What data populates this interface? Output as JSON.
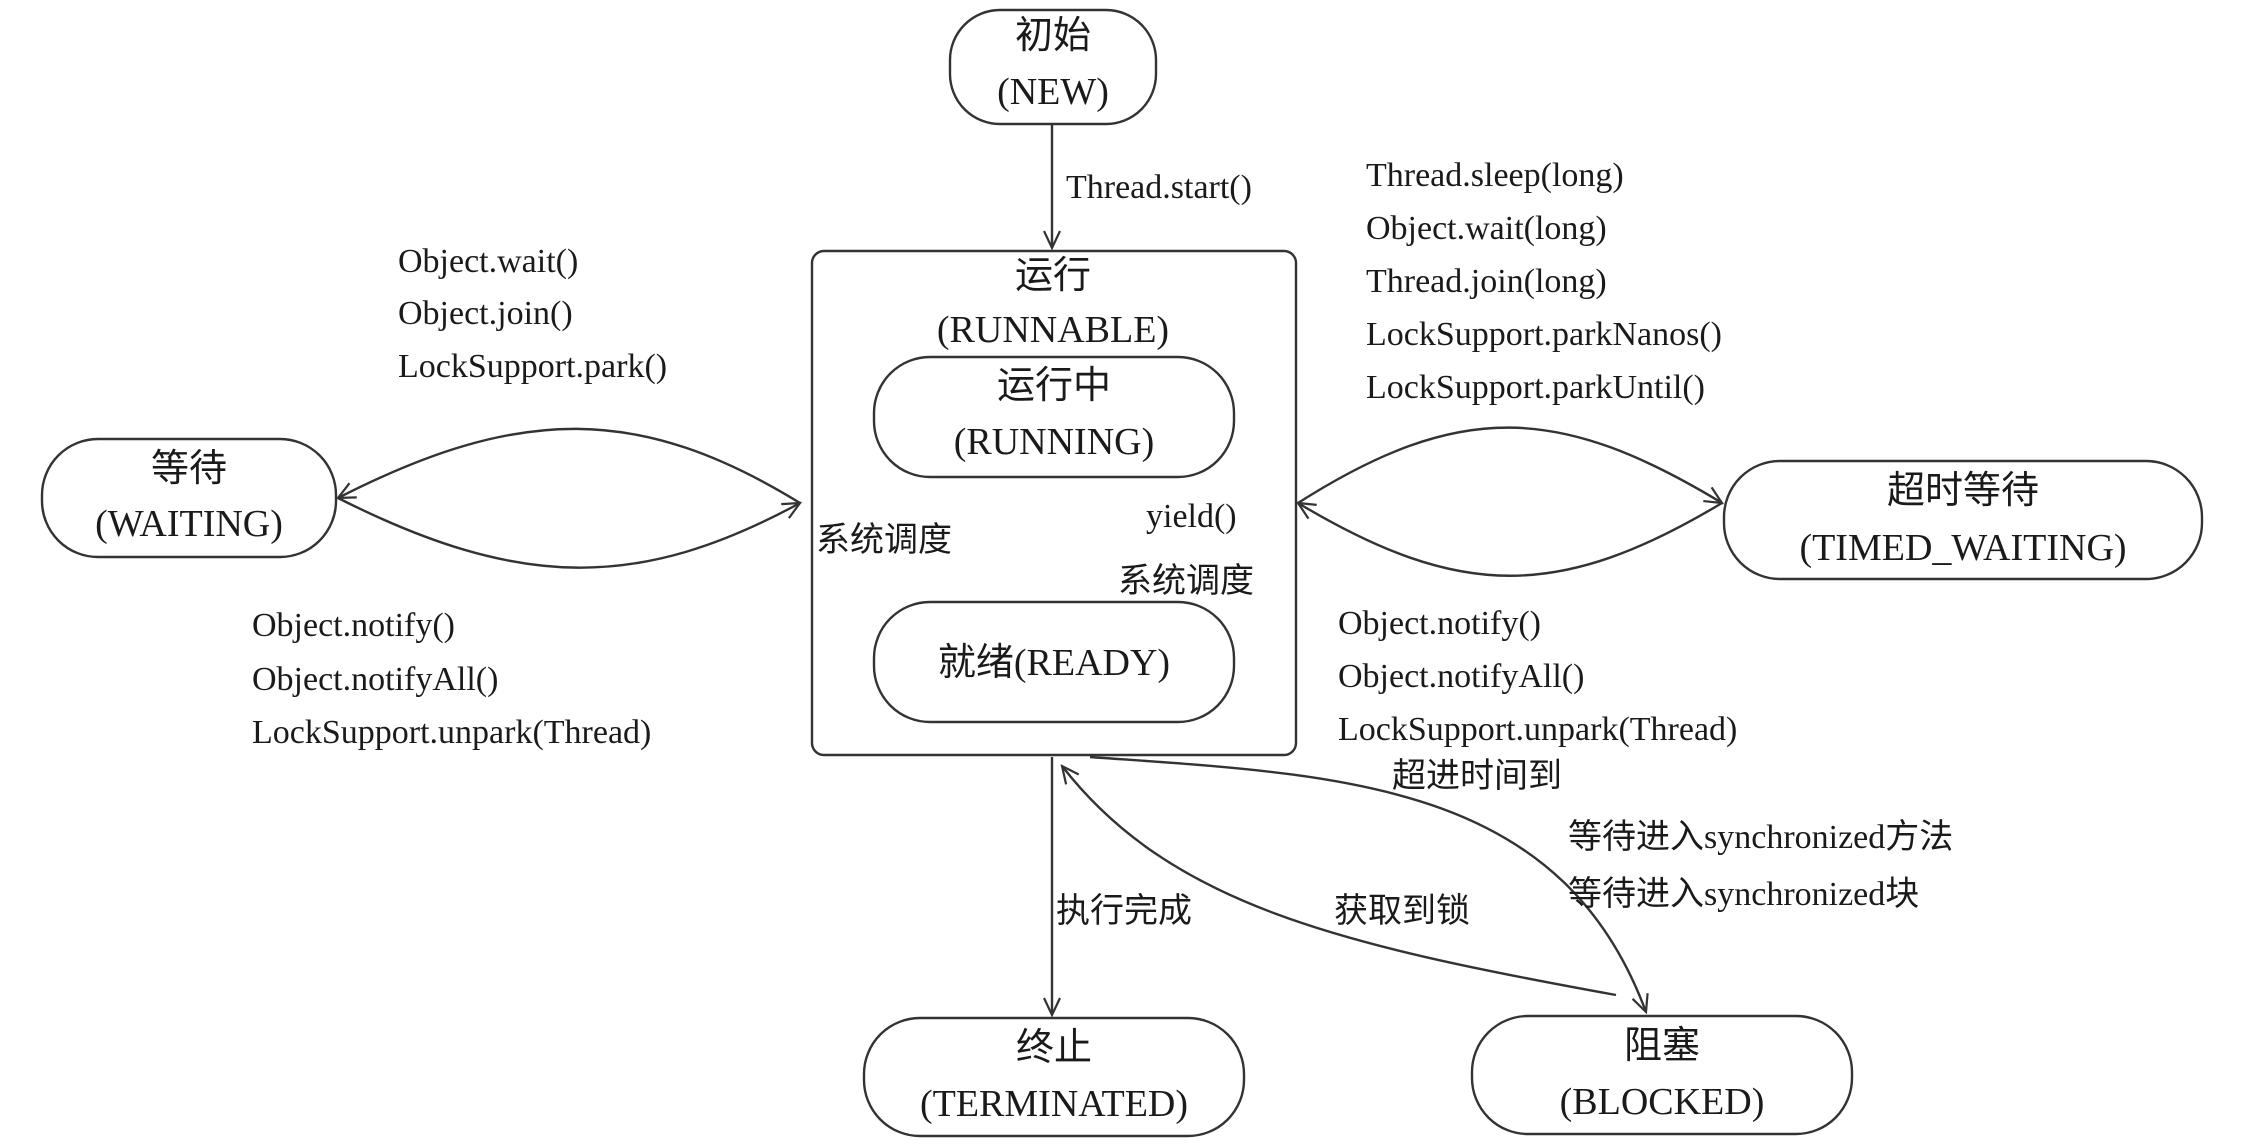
{
  "states": {
    "new": {
      "name": "初始",
      "code": "(NEW)"
    },
    "runnable": {
      "name": "运行",
      "code": "(RUNNABLE)"
    },
    "running": {
      "name": "运行中",
      "code": "(RUNNING)"
    },
    "ready": {
      "name": "就绪(READY)"
    },
    "waiting": {
      "name": "等待",
      "code": "(WAITING)"
    },
    "timed_waiting": {
      "name": "超时等待",
      "code": "(TIMED_WAITING)"
    },
    "terminated": {
      "name": "终止",
      "code": "(TERMINATED)"
    },
    "blocked": {
      "name": "阻塞",
      "code": "(BLOCKED)"
    }
  },
  "transitions": {
    "start": "Thread.start()",
    "to_waiting": [
      "Object.wait()",
      "Object.join()",
      "LockSupport.park()"
    ],
    "from_waiting": [
      "Object.notify()",
      "Object.notifyAll()",
      "LockSupport.unpark(Thread)"
    ],
    "to_timed_waiting": [
      "Thread.sleep(long)",
      "Object.wait(long)",
      "Thread.join(long)",
      "LockSupport.parkNanos()",
      "LockSupport.parkUntil()"
    ],
    "from_timed_waiting": [
      "Object.notify()",
      "Object.notifyAll()",
      "LockSupport.unpark(Thread)"
    ],
    "timeout": "超进时间到",
    "schedule_left": "系统调度",
    "yield": "yield()",
    "schedule_right": "系统调度",
    "complete": "执行完成",
    "acquire_lock": "获取到锁",
    "to_blocked": [
      "等待进入synchronized方法",
      "等待进入synchronized块"
    ]
  }
}
